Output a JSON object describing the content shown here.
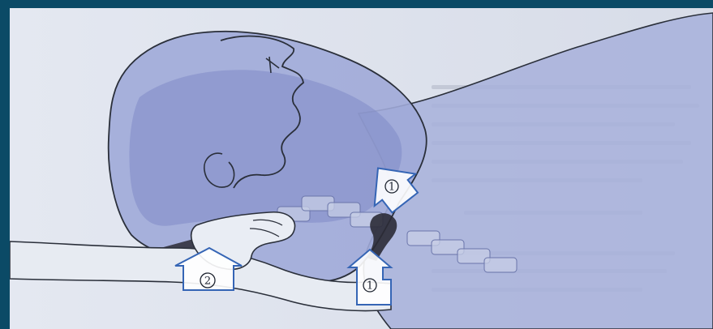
{
  "illustration": {
    "subject": "",
    "colors": {
      "frame": "#0b4a66",
      "paper": "#dfe4ef",
      "body_overlay": "#9aa6d6",
      "cerv_overlay": "#7f8bc6",
      "line": "#2a2f3a",
      "arrow_fill": "#ffffff",
      "arrow_stroke": "#3565b5",
      "dark_accent": "#2b2b36"
    }
  },
  "markers": [
    {
      "id": "arrow-neck-upper",
      "label": "1",
      "icon": "arrow-upright-icon"
    },
    {
      "id": "arrow-neck-lower",
      "label": "1",
      "icon": "arrow-up-icon"
    },
    {
      "id": "arrow-occiput",
      "label": "2",
      "icon": "arrow-up-icon"
    }
  ]
}
